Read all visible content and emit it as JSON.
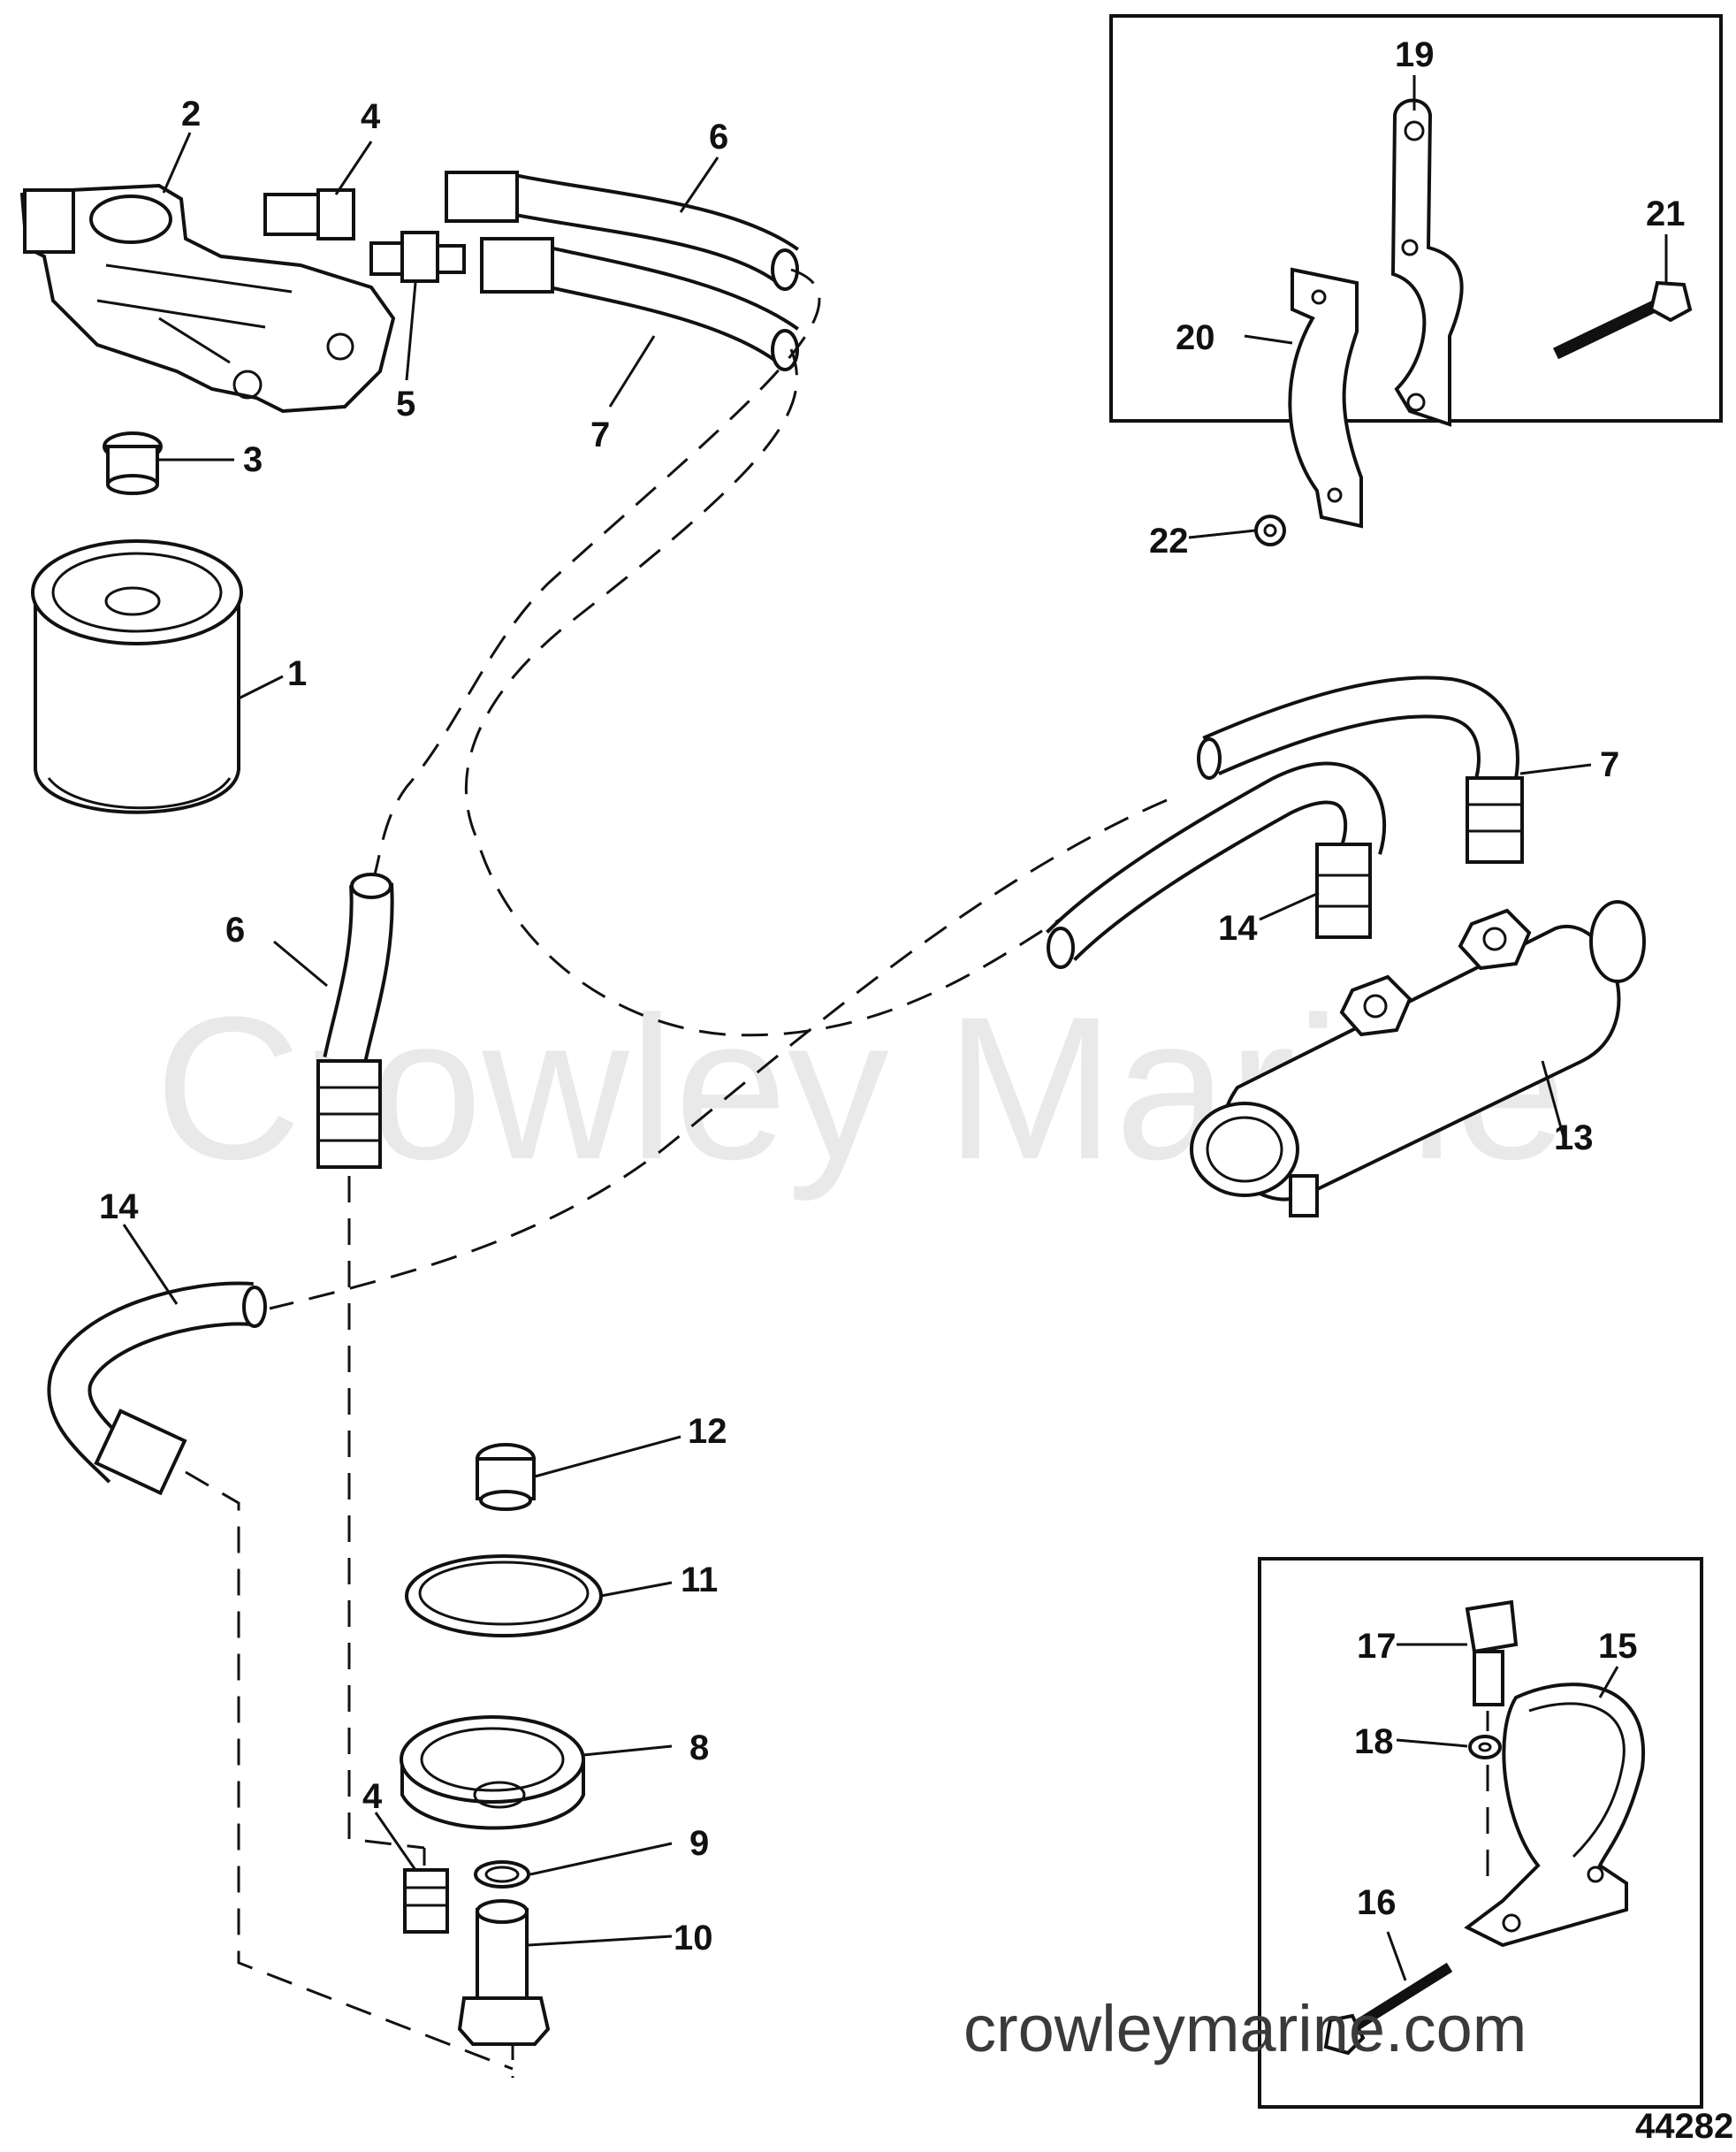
{
  "watermark": "Crowley Marine",
  "website": "crowleymarine.com",
  "doc_number": "44282",
  "callouts": {
    "n1": "1",
    "n2": "2",
    "n3": "3",
    "n4a": "4",
    "n4b": "4",
    "n5": "5",
    "n6a": "6",
    "n6b": "6",
    "n7a": "7",
    "n7b": "7",
    "n8": "8",
    "n9": "9",
    "n10": "10",
    "n11": "11",
    "n12": "12",
    "n13": "13",
    "n14a": "14",
    "n14b": "14",
    "n15": "15",
    "n16": "16",
    "n17": "17",
    "n18": "18",
    "n19": "19",
    "n20": "20",
    "n21": "21",
    "n22": "22"
  }
}
